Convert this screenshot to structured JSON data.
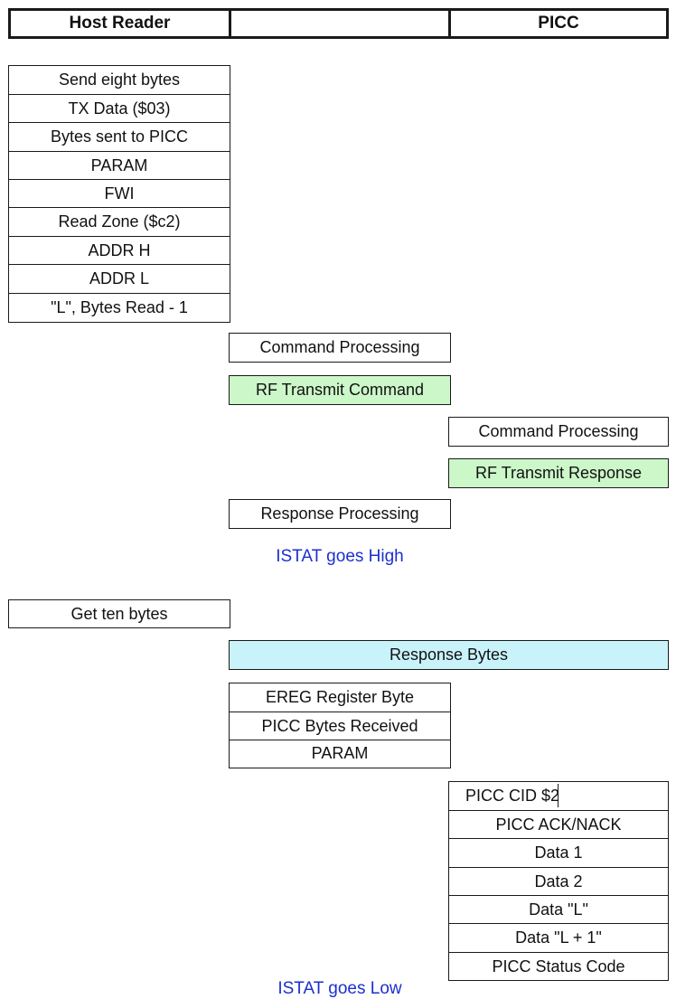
{
  "header": {
    "left": "Host Reader",
    "middle": "",
    "right": "PICC"
  },
  "host_send": {
    "rows": [
      "Send eight bytes",
      "TX Data ($03)",
      "Bytes sent to PICC",
      "PARAM",
      "FWI",
      "Read Zone ($c2)",
      "ADDR H",
      "ADDR L",
      "\"L\", Bytes Read - 1"
    ]
  },
  "reader_steps": {
    "command_processing": "Command Processing",
    "rf_transmit_command": "RF Transmit Command",
    "response_processing": "Response Processing"
  },
  "picc_steps": {
    "command_processing": "Command Processing",
    "rf_transmit_response": "RF Transmit Response"
  },
  "notes": {
    "istat_high": "ISTAT goes High",
    "istat_low_partial": "ISTAT goes Low"
  },
  "host_get": {
    "label": "Get ten bytes"
  },
  "response_bytes": {
    "label": "Response Bytes"
  },
  "reader_bytes": {
    "rows": [
      "EREG Register Byte",
      "PICC Bytes Received",
      "PARAM"
    ]
  },
  "picc_bytes": {
    "rows": [
      "PICC CID $2",
      "PICC ACK/NACK",
      "Data 1",
      "Data 2",
      "Data \"L\"",
      "Data \"L + 1\"",
      "PICC Status Code"
    ]
  },
  "colors": {
    "green_fill": "#ccf7c9",
    "cyan_fill": "#c9f3fa",
    "note_text": "#1c2fd0"
  }
}
